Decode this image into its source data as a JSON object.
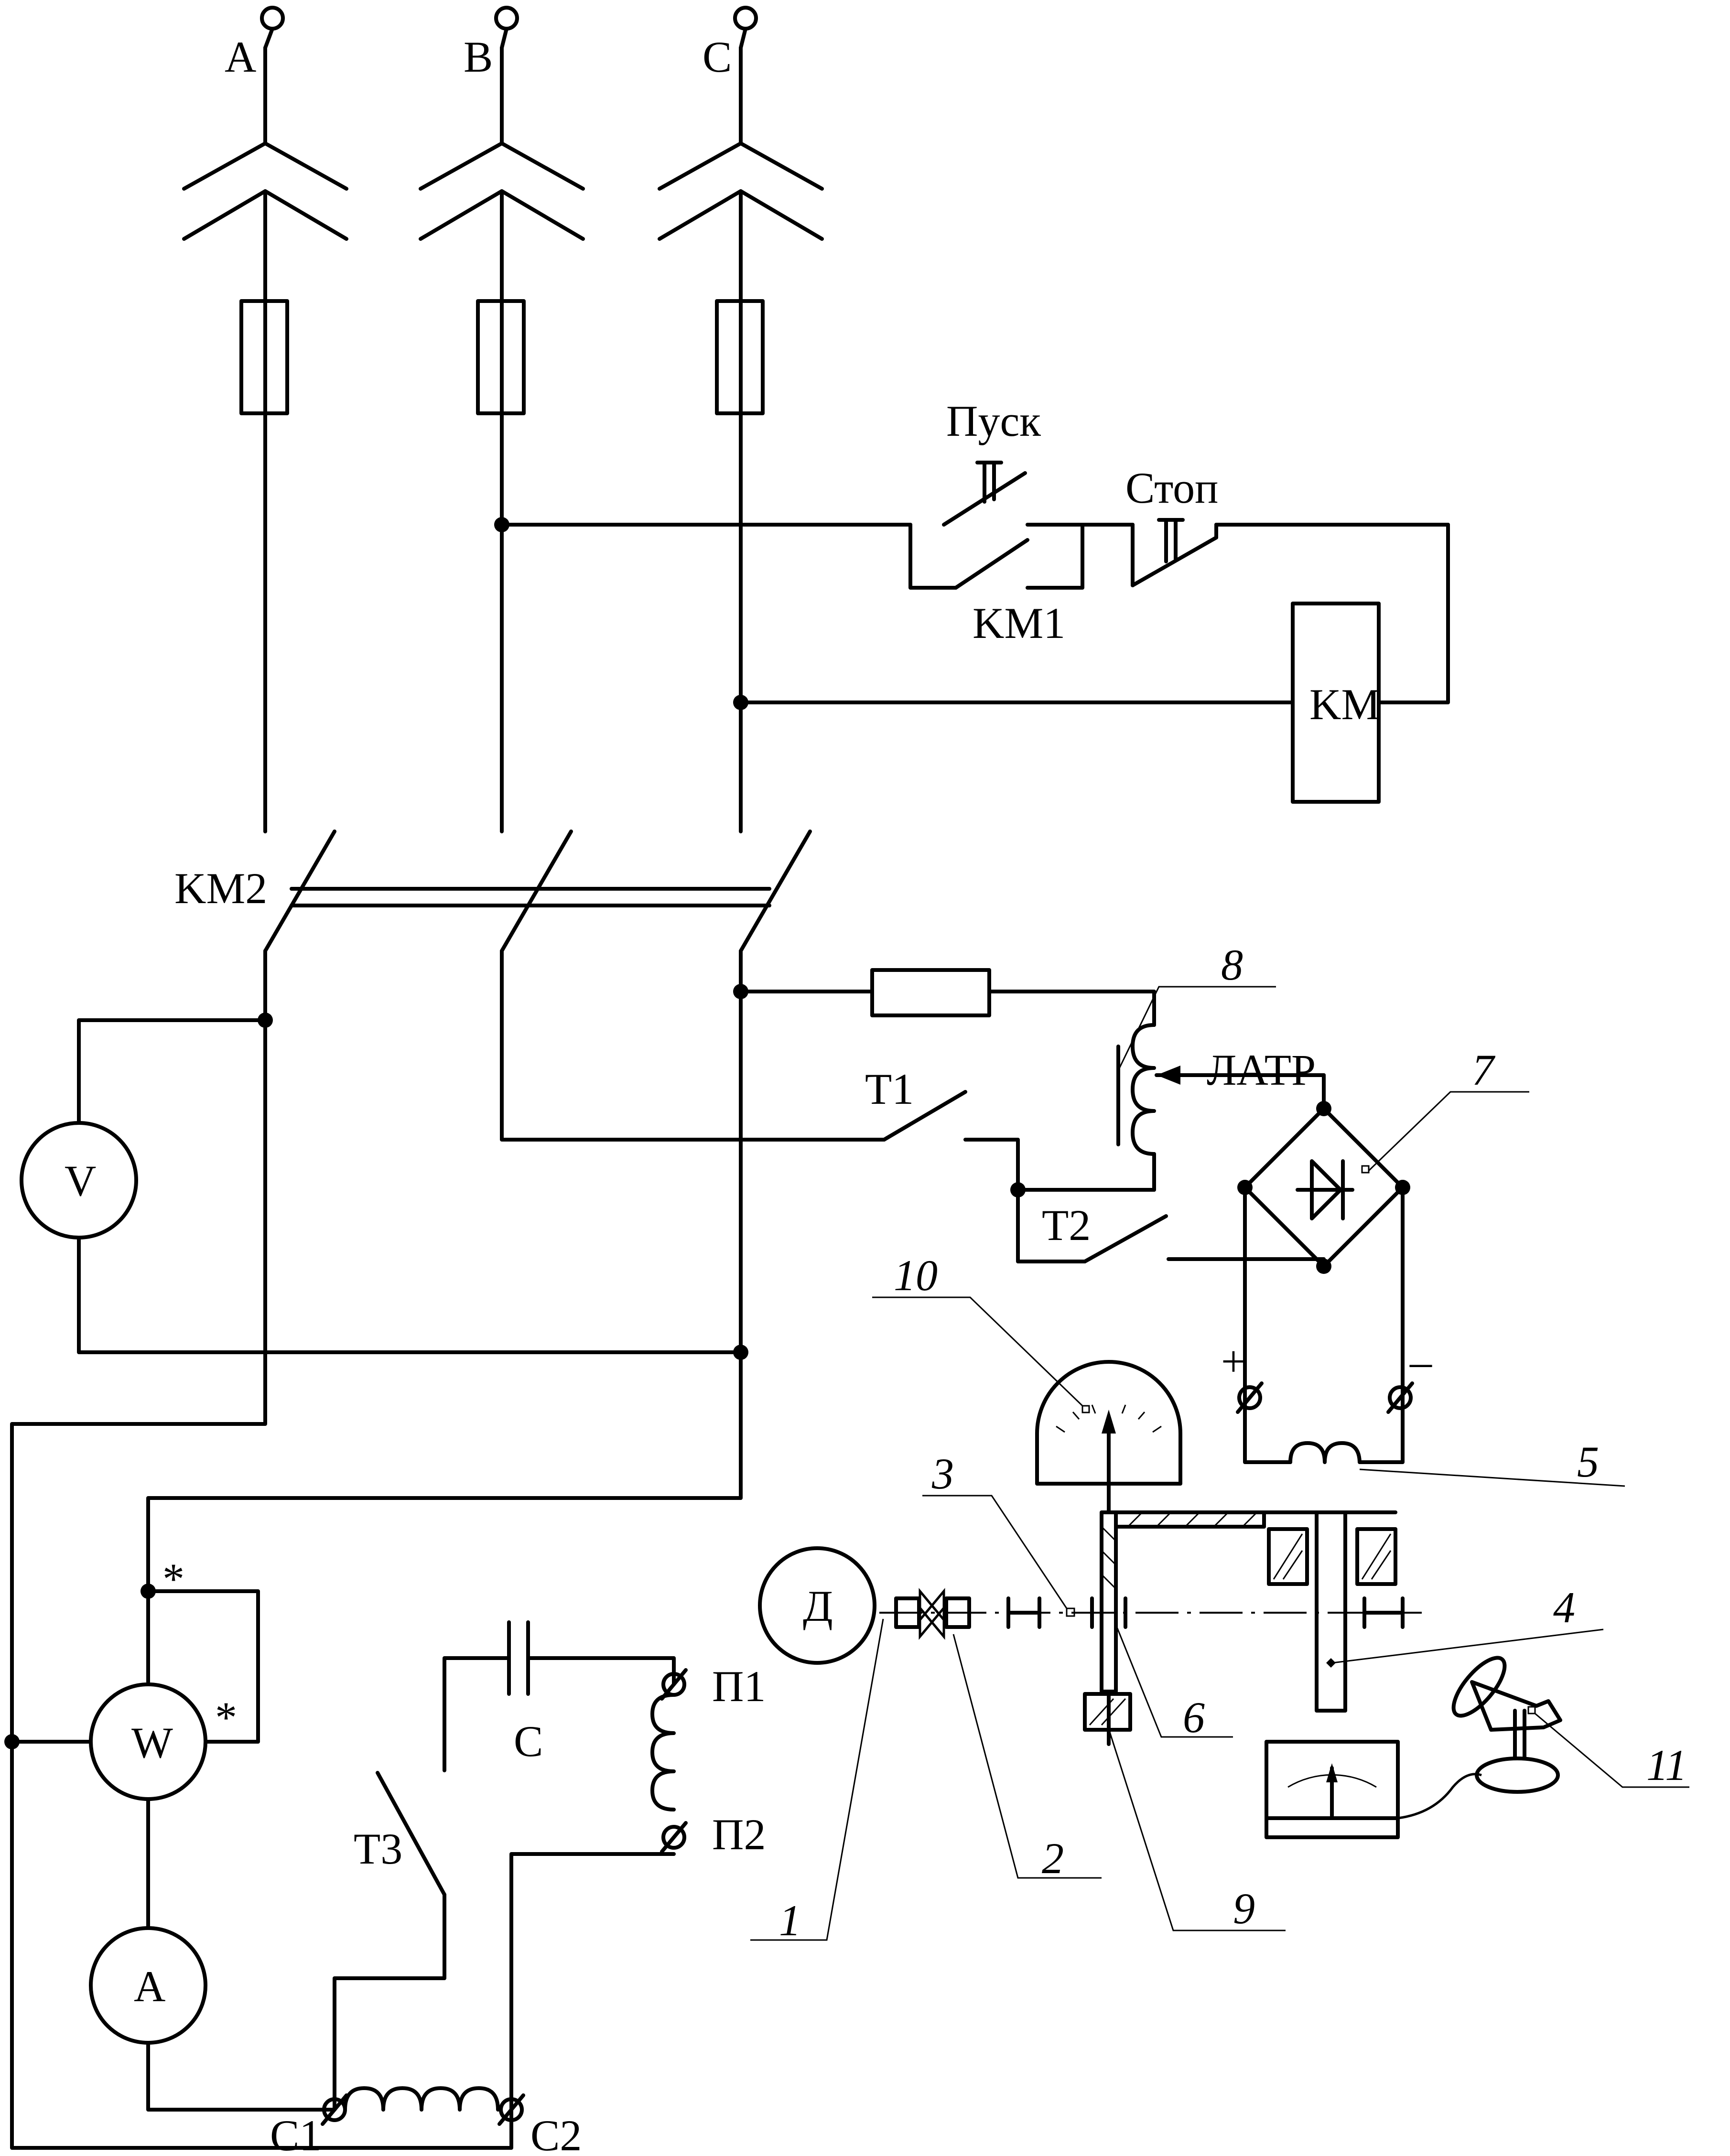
{
  "phases": {
    "a": "A",
    "b": "B",
    "c": "C"
  },
  "buttons": {
    "start": "Пуск",
    "stop": "Стоп"
  },
  "contacts": {
    "km1": "KM1",
    "km2": "KM2",
    "t1": "T1",
    "t2": "T2",
    "t3": "T3"
  },
  "coil": {
    "km": "KM"
  },
  "transformer": {
    "latr": "ЛАТР"
  },
  "meters": {
    "voltmeter": "V",
    "wattmeter": "W",
    "ammeter": "A",
    "motor": "Д",
    "star": "*"
  },
  "capacitor": {
    "label": "C"
  },
  "terminals": {
    "p1": "П1",
    "p2": "П2",
    "c1": "C1",
    "c2": "C2",
    "plus": "+",
    "minus": "–"
  },
  "callouts": {
    "n1": "1",
    "n2": "2",
    "n3": "3",
    "n4": "4",
    "n5": "5",
    "n6": "6",
    "n7": "7",
    "n8": "8",
    "n9": "9",
    "n10": "10",
    "n11": "11"
  }
}
